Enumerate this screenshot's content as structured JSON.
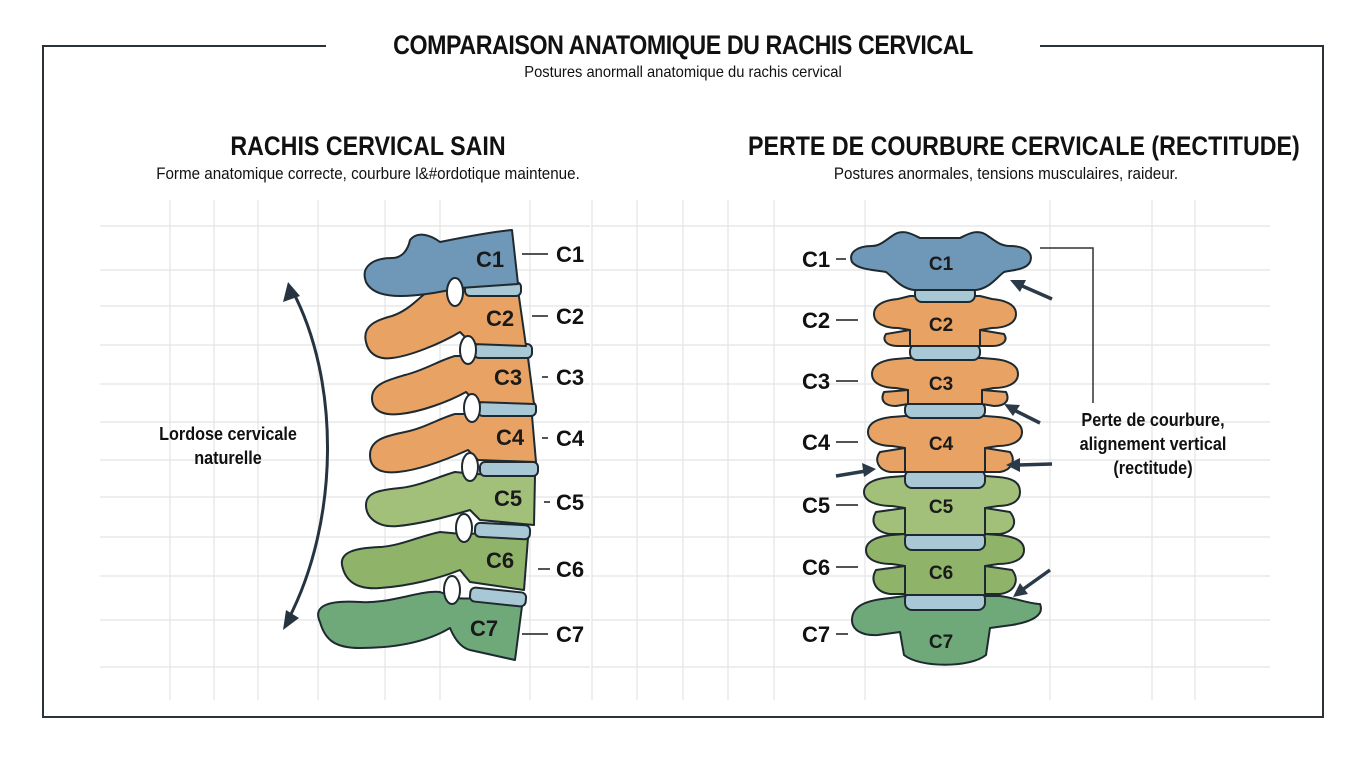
{
  "header": {
    "title": "COMPARAISON ANATOMIQUE DU RACHIS CERVICAL",
    "subtitle": "Postures anormall anatomique du rachis cervical"
  },
  "left_panel": {
    "title": "RACHIS CERVICAL SAIN",
    "subtitle": "Forme anatomique correcte, courbure l&#ordotique maintenue.",
    "annotation_line1": "Lordose cervicale",
    "annotation_line2": "naturelle",
    "vertebra_labels": [
      "C1",
      "C2",
      "C3",
      "C4",
      "C5",
      "C6",
      "C7"
    ],
    "outer_labels": [
      "C1",
      "C2",
      "C3",
      "C4",
      "C5",
      "C6",
      "C7"
    ]
  },
  "right_panel": {
    "title": "PERTE DE COURBURE CERVICALE (RECTITUDE)",
    "subtitle": "Postures anormales, tensions musculaires, raideur.",
    "annotation_line1": "Perte de courbure,",
    "annotation_line2": "alignement vertical",
    "annotation_line3": "(rectitude)",
    "vertebra_labels": [
      "C1",
      "C2",
      "C3",
      "C4",
      "C5",
      "C6",
      "C7"
    ],
    "outer_labels": [
      "C1",
      "C2",
      "C3",
      "C4",
      "C5",
      "C6",
      "C7"
    ]
  },
  "colors": {
    "frame": "#2b3338",
    "c1_blue": "#6f97b8",
    "c2_c4_orange": "#e8a264",
    "c5_c6_lightgreen": "#a3c07a",
    "c7_green": "#6fa97a",
    "disc": "#a9c8d6",
    "outline": "#1e2a30",
    "arrow": "#2b3a48",
    "grid": "#e3e3e3"
  }
}
